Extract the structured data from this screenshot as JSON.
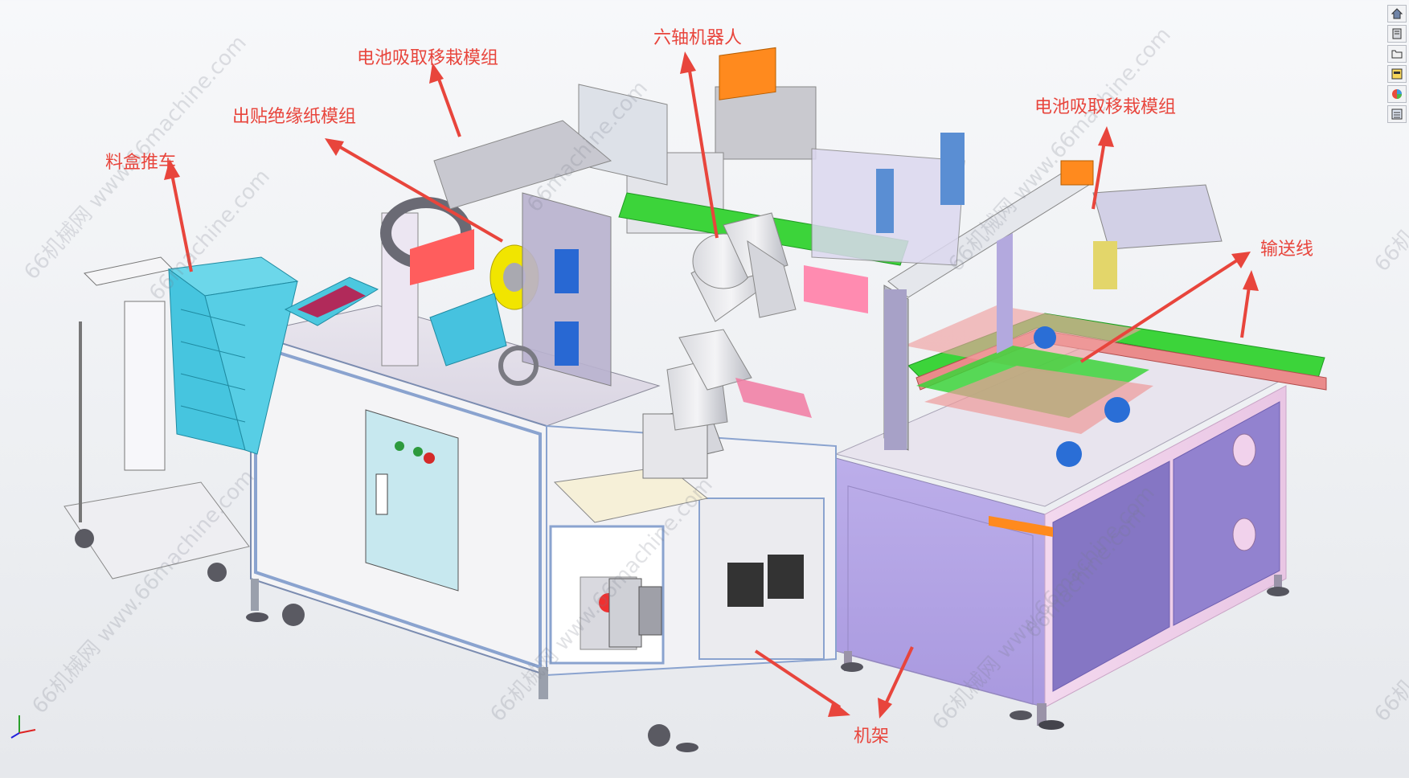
{
  "callouts": {
    "six_axis_robot": "六轴机器人",
    "battery_transfer_left": "电池吸取移栽模组",
    "insulation_paper": "出贴绝缘纸模组",
    "material_box_cart": "料盒推车",
    "battery_transfer_right": "电池吸取移栽模组",
    "conveyor_line": "输送线",
    "machine_frame": "机架"
  },
  "watermarks": [
    "66machine.com",
    "66机械网 www.66machine.com",
    "66机"
  ],
  "toolbar": {
    "items": [
      {
        "icon": "home-icon"
      },
      {
        "icon": "parts-icon"
      },
      {
        "icon": "folder-icon"
      },
      {
        "icon": "properties-icon"
      },
      {
        "icon": "appearance-icon"
      },
      {
        "icon": "list-icon"
      }
    ]
  },
  "colors": {
    "callout": "#e8453c",
    "frame_white": "#f4f4f6",
    "frame_lavender": "#b7a8e6",
    "frame_pink": "#f1d2ec",
    "conveyor_green": "#39d23a",
    "bin_cyan": "#56cde4",
    "frame_blue": "#8aa3cf",
    "accent_orange": "#ff8a1e"
  }
}
